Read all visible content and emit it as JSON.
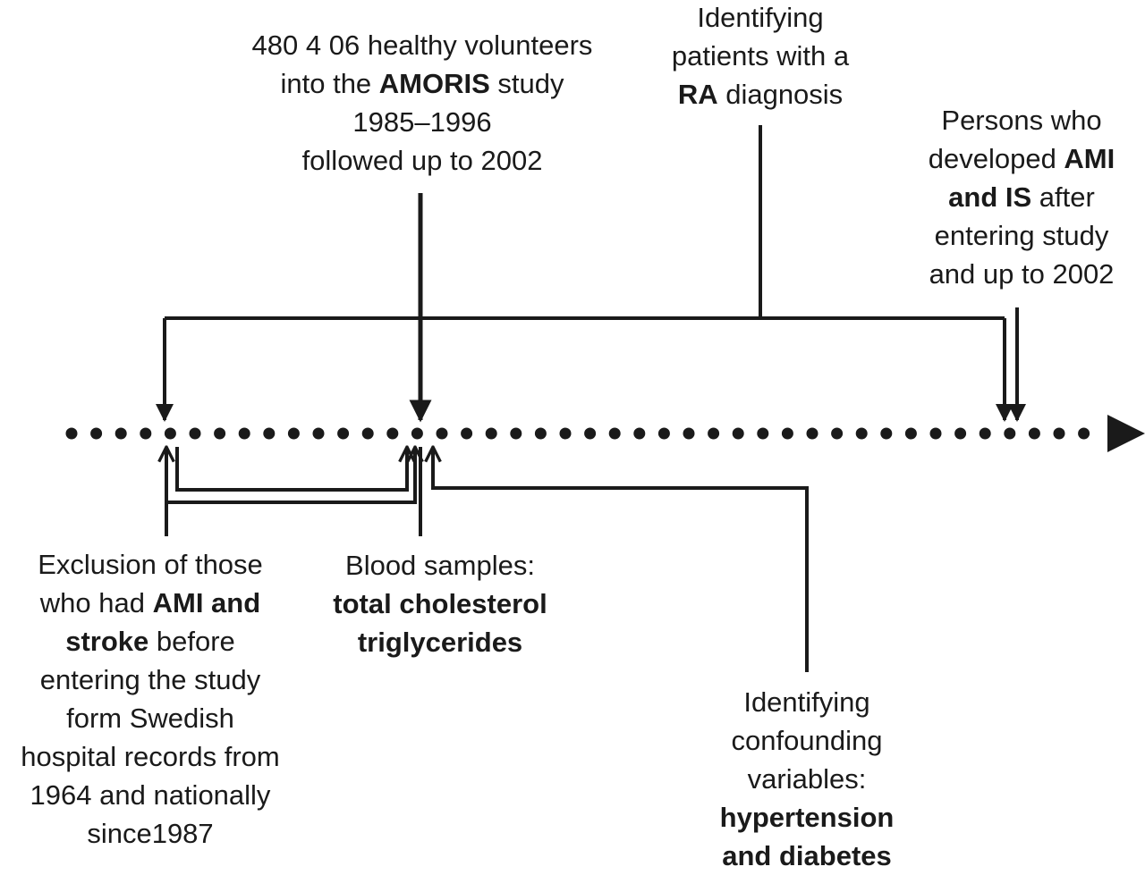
{
  "study_entry": {
    "line1": "480 4 06 healthy volunteers",
    "line2_pre": "into the ",
    "line2_bold": "AMORIS",
    "line2_post": " study",
    "line3": "1985–1996",
    "line4": "followed up to 2002"
  },
  "ra_identification": {
    "line1": "Identifying",
    "line2": "patients with a",
    "line3_bold": "RA",
    "line3_post": " diagnosis"
  },
  "outcome": {
    "line1": "Persons who",
    "line2_pre": "developed ",
    "line2_bold": "AMI",
    "line3_bold": "and IS",
    "line3_post": " after",
    "line4": "entering study",
    "line5": "and up to 2002"
  },
  "exclusion": {
    "line1": "Exclusion of those",
    "line2_pre": "who had ",
    "line2_bold": "AMI and",
    "line3_bold": "stroke",
    "line3_post": " before",
    "line4": "entering the study",
    "line5": "form Swedish",
    "line6": "hospital records from",
    "line7": "1964 and nationally",
    "line8": "since1987"
  },
  "blood_samples": {
    "line1": "Blood samples:",
    "line2_bold": "total cholesterol",
    "line3_bold": "triglycerides"
  },
  "confounders": {
    "line1": "Identifying",
    "line2": "confounding",
    "line3": "variables:",
    "line4_bold": "hypertension",
    "line5_bold": "and diabetes"
  },
  "colors": {
    "ink": "#1a1a1a",
    "background": "#ffffff"
  }
}
